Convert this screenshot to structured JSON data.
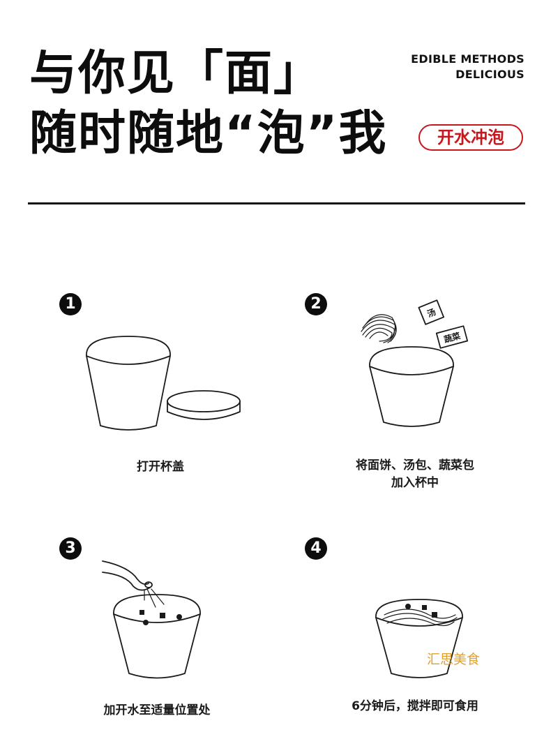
{
  "header": {
    "title_line1": "与你见「面」",
    "title_line2": "随时随地“泡”我",
    "en_line1": "EDIBLE  METHODS",
    "en_line2": "DELICIOUS",
    "badge": "开水冲泡"
  },
  "steps": [
    {
      "number": "1",
      "caption": "打开杯盖"
    },
    {
      "number": "2",
      "caption_line1": "将面饼、汤包、蔬菜包",
      "caption_line2": "加入杯中",
      "packet_soup": "汤",
      "packet_veg": "蔬菜"
    },
    {
      "number": "3",
      "caption": "加开水至适量位置处"
    },
    {
      "number": "4",
      "caption": "6分钟后，搅拌即可食用"
    }
  ],
  "watermark": "汇思美食",
  "colors": {
    "accent": "#c8161d",
    "ink": "#111111",
    "watermark": "#e0a030"
  }
}
